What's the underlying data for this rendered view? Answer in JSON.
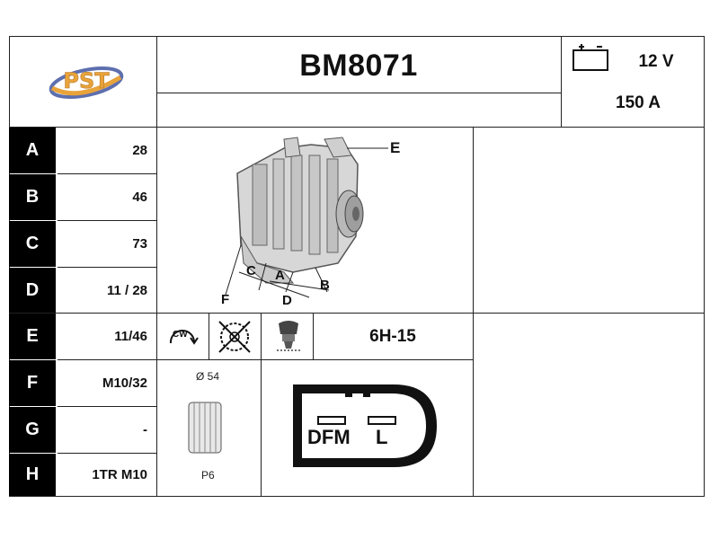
{
  "header": {
    "logo_text": "PST",
    "part_number": "BM8071",
    "voltage": "12 V",
    "amperage": "150 A"
  },
  "dimensions": [
    {
      "letter": "A",
      "value": "28"
    },
    {
      "letter": "B",
      "value": "46"
    },
    {
      "letter": "C",
      "value": "73"
    },
    {
      "letter": "D",
      "value": "11 / 28"
    },
    {
      "letter": "E",
      "value": "11/46"
    },
    {
      "letter": "F",
      "value": "M10/32"
    },
    {
      "letter": "G",
      "value": "-"
    },
    {
      "letter": "H",
      "value": "1TR M10"
    }
  ],
  "drawing_labels": {
    "a": "A",
    "b": "B",
    "c": "C",
    "d": "D",
    "e": "E",
    "f": "F"
  },
  "rotation": {
    "label": "CW"
  },
  "regulator_code": "6H-15",
  "pulley": {
    "diameter": "Ø 54",
    "grooves": "P6"
  },
  "connector": {
    "dfm": "DFM",
    "l": "L"
  },
  "colors": {
    "border": "#222222",
    "letter_bg": "#000000",
    "logo_orange": "#e8a33a",
    "logo_blue": "#5d6fae"
  }
}
